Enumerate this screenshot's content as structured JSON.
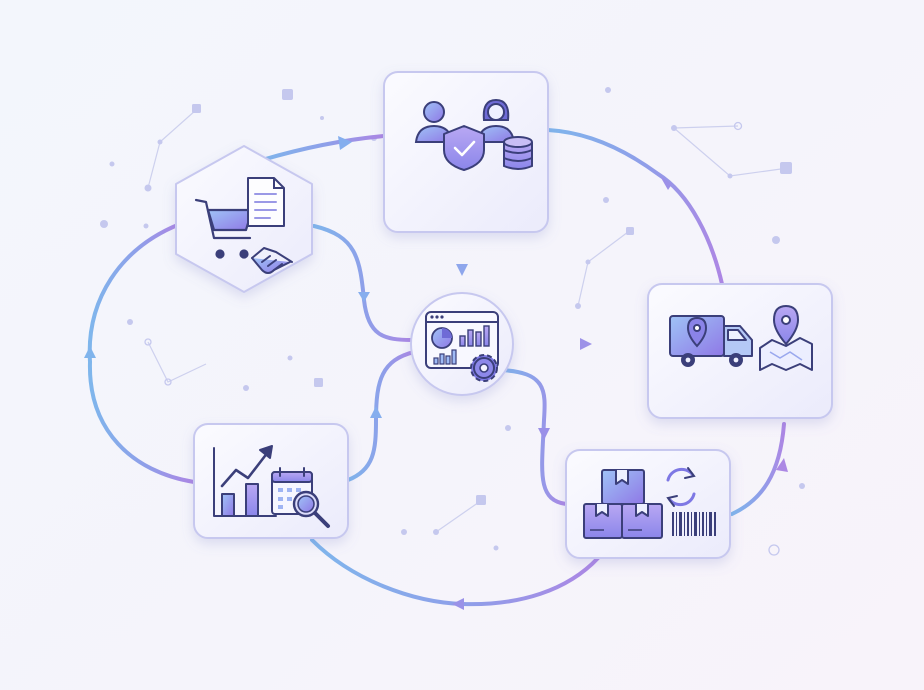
{
  "diagram": {
    "colors": {
      "blue": "#7fb3ec",
      "purple": "#a98ae6",
      "card_fill": "#f4f4fd",
      "card_stroke": "#c8c9ef",
      "icon_dark": "#3b3f7a",
      "icon_purple": "#8a86ea",
      "icon_blue": "#9ab8f3",
      "dot": "#c6c8ef"
    },
    "nodes": [
      {
        "id": "procurement",
        "shape": "hexagon",
        "icons": [
          "shopping-cart-icon",
          "document-icon",
          "handshake-icon"
        ]
      },
      {
        "id": "customer-data",
        "shape": "rounded-square",
        "icons": [
          "user-icon",
          "user-female-icon",
          "shield-check-icon",
          "database-icon"
        ]
      },
      {
        "id": "central-dashboard",
        "shape": "circle",
        "icons": [
          "dashboard-window-icon",
          "pie-chart-icon",
          "bar-chart-icon",
          "gear-icon"
        ]
      },
      {
        "id": "logistics",
        "shape": "rounded-rectangle",
        "icons": [
          "delivery-truck-icon",
          "location-pin-icon",
          "map-icon"
        ]
      },
      {
        "id": "inventory",
        "shape": "rounded-rectangle",
        "icons": [
          "boxes-icon",
          "refresh-icon",
          "barcode-icon"
        ]
      },
      {
        "id": "analytics",
        "shape": "rounded-rectangle",
        "icons": [
          "growth-chart-icon",
          "calendar-icon",
          "magnifier-icon"
        ]
      }
    ]
  }
}
